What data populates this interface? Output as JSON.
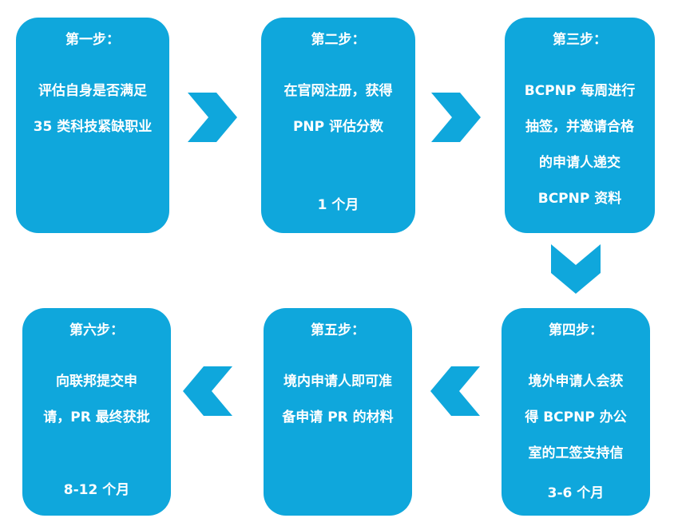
{
  "colors": {
    "box_fill": "#0fa7dc",
    "arrow_fill": "#0fa7dc",
    "text": "#ffffff"
  },
  "steps": [
    {
      "title": "第一步：",
      "lines": [
        "评估自身是否满足",
        "35 类科技紧缺职业"
      ],
      "duration": ""
    },
    {
      "title": "第二步：",
      "lines": [
        "在官网注册，获得",
        "PNP 评估分数"
      ],
      "duration": "1 个月"
    },
    {
      "title": "第三步：",
      "lines": [
        "BCPNP 每周进行",
        "抽签，并邀请合格",
        "的申请人递交",
        "BCPNP 资料"
      ],
      "duration": ""
    },
    {
      "title": "第四步：",
      "lines": [
        "境外申请人会获",
        "得 BCPNP 办公",
        "室的工签支持信"
      ],
      "duration": "3-6 个月"
    },
    {
      "title": "第五步：",
      "lines": [
        "境内申请人即可准",
        "备申请 PR 的材料"
      ],
      "duration": ""
    },
    {
      "title": "第六步：",
      "lines": [
        "向联邦提交申",
        "请，PR 最终获批"
      ],
      "duration": "8-12 个月"
    }
  ],
  "arrows": [
    {
      "icon": "chevron-right-icon"
    },
    {
      "icon": "chevron-right-icon"
    },
    {
      "icon": "chevron-down-icon"
    },
    {
      "icon": "chevron-left-icon"
    },
    {
      "icon": "chevron-left-icon"
    }
  ]
}
